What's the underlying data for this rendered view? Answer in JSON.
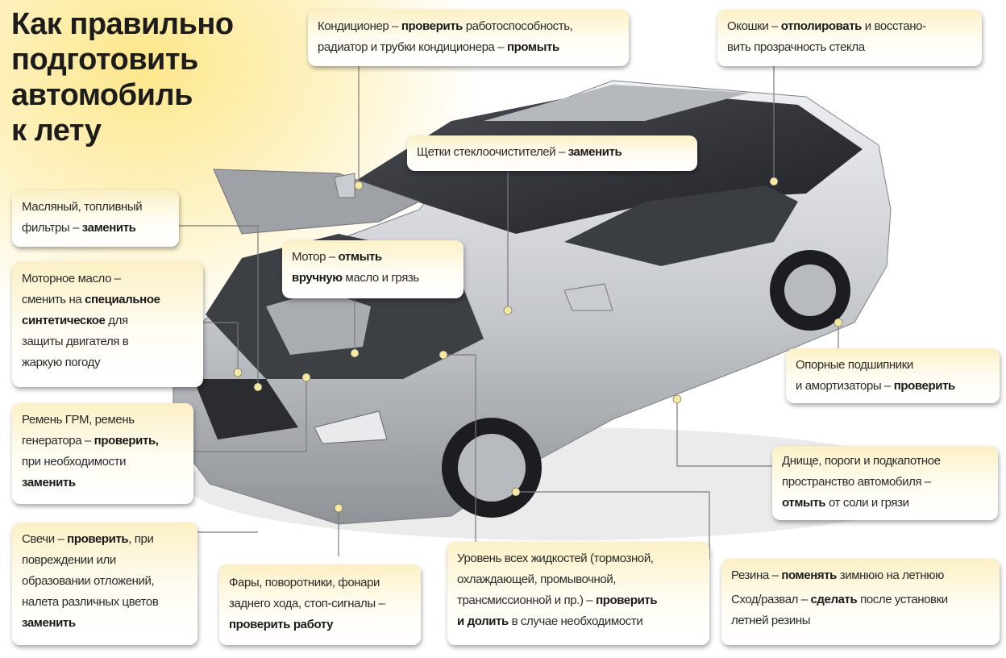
{
  "title": [
    "Как правильно",
    "подготовить",
    "автомобиль",
    "к лету"
  ],
  "callouts": {
    "conditioner": [
      "Кондиционер – ",
      "проверить",
      " работоспособность,",
      "радиатор и трубки кондиционера – ",
      "промыть"
    ],
    "windows": [
      "Окошки – ",
      "отполировать",
      " и восстано-",
      "вить прозрачность стекла"
    ],
    "wipers": [
      "Щетки стеклоочистителей – ",
      "заменить"
    ],
    "filters": [
      "Масляный, топливный",
      "фильтры – ",
      "заменить"
    ],
    "motor": [
      "Мотор – ",
      "отмыть",
      "вручную",
      " масло и грязь"
    ],
    "oil": [
      "Моторное масло –",
      "сменить  на ",
      "специальное",
      "синтетическое",
      " для",
      "защиты двигателя в",
      "жаркую погоду"
    ],
    "supports": [
      "Опорные подшипники",
      "и амортизаторы – ",
      "проверить"
    ],
    "belt": [
      "Ремень ГРМ, ремень",
      "генератора – ",
      "проверить,",
      "при необходимости",
      "заменить"
    ],
    "underbody": [
      "Днище, пороги и подкапотное",
      "пространство автомобиля –",
      "отмыть",
      " от соли и грязи"
    ],
    "plugs": [
      "Свечи – ",
      "проверить",
      ", при",
      "повреждении или",
      "образовании отложений,",
      "налета различных цветов",
      "заменить"
    ],
    "lights": [
      "Фары, поворотники, фонари",
      "заднего хода, стоп-сигналы –",
      "проверить работу"
    ],
    "fluids": [
      "Уровень всех жидкостей (тормозной,",
      "охлаждающей, промывочной,",
      "трансмиссионной и пр.) – ",
      "проверить",
      "и долить",
      " в случае необходимости"
    ],
    "tires": [
      "Резина – ",
      "поменять",
      " зимнюю на летнюю",
      "Сход/развал – ",
      "сделать",
      " после установки",
      "летней резины"
    ]
  },
  "colors": {
    "accent_yellow": "#fbe27a",
    "dot": "#f5e9a0",
    "car_silver": "#c9ccd0",
    "line": "#7a7a7a"
  }
}
